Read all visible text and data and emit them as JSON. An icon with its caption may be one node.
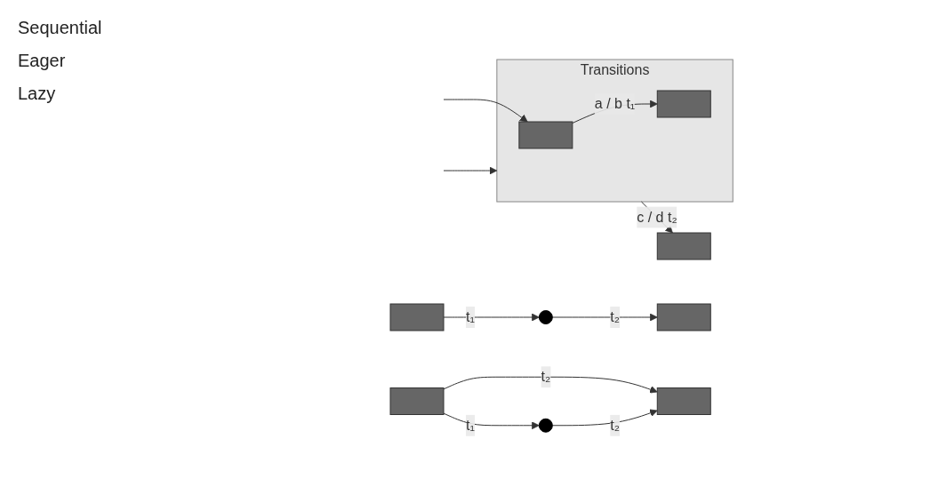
{
  "diagram": {
    "nodes": [
      {
        "text": [
          "Transitions"
        ]
      },
      {
        "text": [],
        "shape": "box",
        "in": 0
      },
      {
        "text": [],
        "shape": "box",
        "in": 0
      },
      {
        "text": [],
        "shape": "box"
      },
      {
        "text": [],
        "shape": "box"
      },
      {
        "text": [],
        "shape": "circle"
      },
      {
        "text": [],
        "shape": "box"
      },
      {
        "text": [],
        "shape": "box"
      },
      {
        "text": [],
        "shape": "box"
      },
      {
        "text": [],
        "shape": "circle"
      }
    ],
    "edges": [
      {
        "from": null,
        "to": 0,
        "arrow": "to"
      },
      {
        "from": null,
        "to": 1,
        "arrow": "to"
      },
      {
        "from": 1,
        "to": 2,
        "arrow": "to",
        "label": "a / b t₁"
      },
      {
        "from": 0,
        "to": 3,
        "arrow": "to",
        "label": "c / d t₂"
      },
      {
        "from": 4,
        "to": 5,
        "arrow": "to",
        "label": "t₁"
      },
      {
        "from": 5,
        "to": 6,
        "arrow": "to",
        "label": "t₂"
      },
      {
        "from": 7,
        "to": 8,
        "arrow": "to",
        "label": "t₂"
      },
      {
        "from": 7,
        "to": 9,
        "arrow": "to",
        "label": "t₁"
      },
      {
        "from": 9,
        "to": 8,
        "arrow": "to",
        "label": "t₂"
      }
    ],
    "labels": [
      "Sequential",
      "Eager",
      "Lazy"
    ]
  }
}
